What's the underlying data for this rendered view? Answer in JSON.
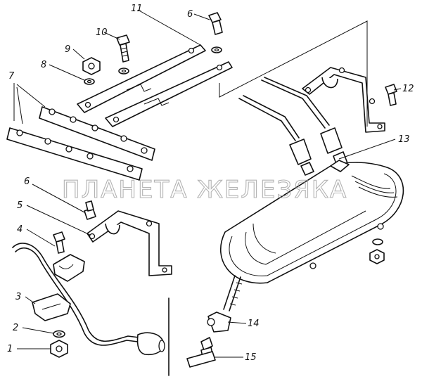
{
  "watermark": "ПЛАНЕТА ЖЕЛЕЗЯКА",
  "callouts": {
    "c1": "1",
    "c2": "2",
    "c3": "3",
    "c4": "4",
    "c5": "5",
    "c6a": "6",
    "c6b": "6",
    "c7": "7",
    "c8": "8",
    "c9": "9",
    "c10": "10",
    "c11": "11",
    "c12": "12",
    "c13": "13",
    "c14": "14",
    "c15": "15"
  }
}
